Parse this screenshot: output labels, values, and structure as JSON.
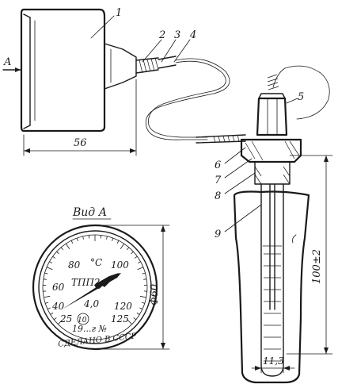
{
  "callouts": [
    "1",
    "2",
    "3",
    "4",
    "5",
    "6",
    "7",
    "8",
    "9"
  ],
  "view_arrow_label": "A",
  "view_title": "Вид А",
  "dimensions": {
    "gauge_depth": "56",
    "bulb_length": "100±2",
    "bulb_diameter": "11,3",
    "dial_diameter": "Φ60"
  },
  "dial": {
    "unit": "°C",
    "model": "ТПП2",
    "scale_labels": [
      "25",
      "40",
      "60",
      "80",
      "100",
      "120",
      "125"
    ],
    "center_value": "4,0",
    "badge": "10",
    "serial": "19...г №",
    "maker": "СДЕЛАНО В СССР"
  }
}
